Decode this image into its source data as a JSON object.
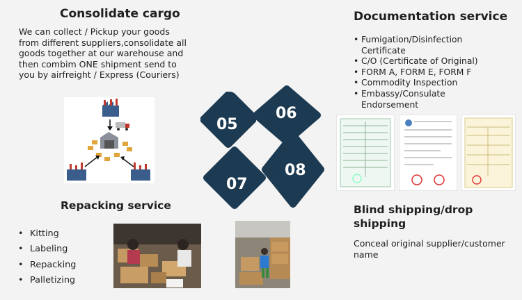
{
  "consolidate": {
    "title": "Consolidate cargo",
    "text": "We can collect / Pickup your goods from different suppliers,consolidate all goods together at our warehouse and then combim ONE shipment send to you by airfreight / Express (Couriers)"
  },
  "documentation": {
    "title": "Documentation service",
    "items": [
      "Fumigation/Disinfection Certificate",
      "C/O (Certificate of Original)",
      "FORM A, FORM E, FORM F",
      "Commodity Inspection",
      "Embassy/Consulate Endorsement"
    ]
  },
  "repacking": {
    "title": "Repacking service",
    "items": [
      "Kitting",
      "Labeling",
      "Repacking",
      "Palletizing"
    ]
  },
  "blind": {
    "title": "Blind shipping/drop shipping",
    "text": "Conceal original supplier/customer name"
  },
  "tiles": {
    "top_left": "05",
    "top_right": "06",
    "bottom_left": "07",
    "bottom_right": "08"
  },
  "colors": {
    "tile": "#1c3a52",
    "tile_text": "#ffffff",
    "background": "#f3f3f3"
  },
  "icons": [
    "factory-icon",
    "warehouse-icon",
    "truck-icon",
    "document-icon"
  ]
}
